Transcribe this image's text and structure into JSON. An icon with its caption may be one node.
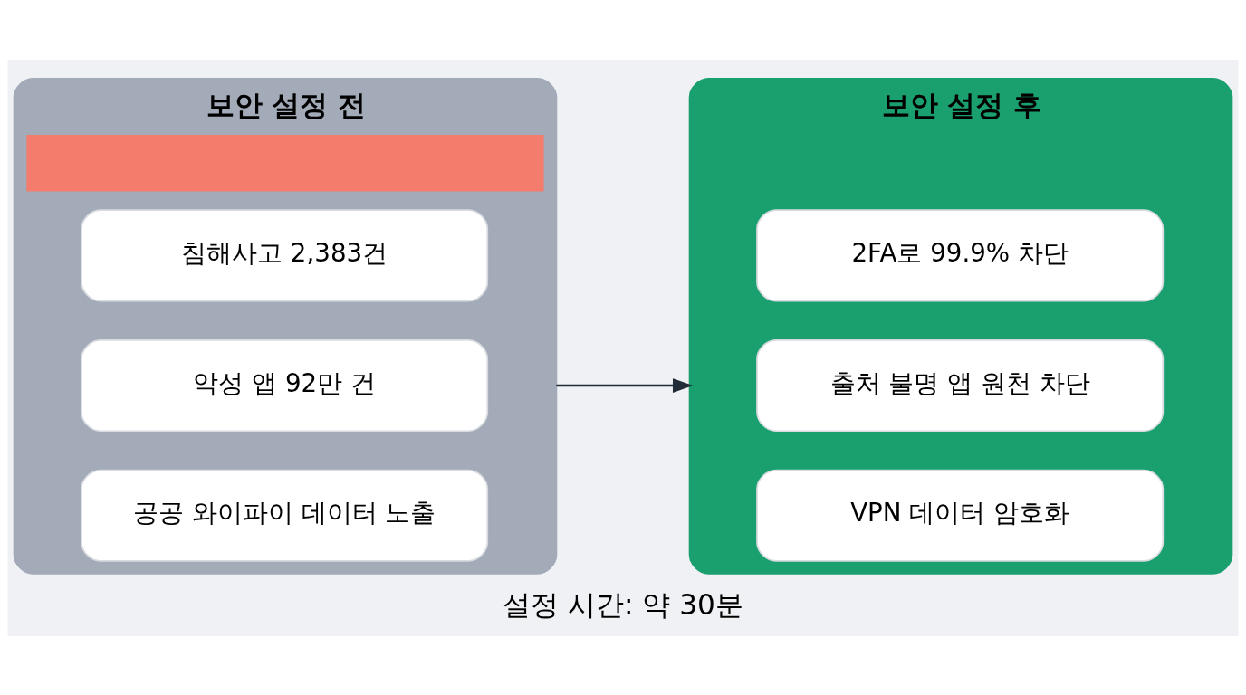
{
  "diagram": {
    "caption": "설정 시간: 약 30분",
    "nodes": [
      {
        "text": [
          "보안 설정 전"
        ]
      },
      {
        "text": [
          "침해사고 2,383건"
        ],
        "in": 0
      },
      {
        "text": [
          "악성 앱 92만 건"
        ],
        "in": 0
      },
      {
        "text": [
          "공공 와이파이 데이터 노출"
        ],
        "in": 0
      },
      {
        "text": [
          "보안 설정 후"
        ]
      },
      {
        "text": [
          "2FA로 99.9% 차단"
        ],
        "in": 4
      },
      {
        "text": [
          "출처 불명 앱 원천 차단"
        ],
        "in": 4
      },
      {
        "text": [
          "VPN 데이터 암호화"
        ],
        "in": 4
      }
    ],
    "edges": [
      {
        "from": 0,
        "to": 4,
        "arrow": "to"
      }
    ]
  }
}
